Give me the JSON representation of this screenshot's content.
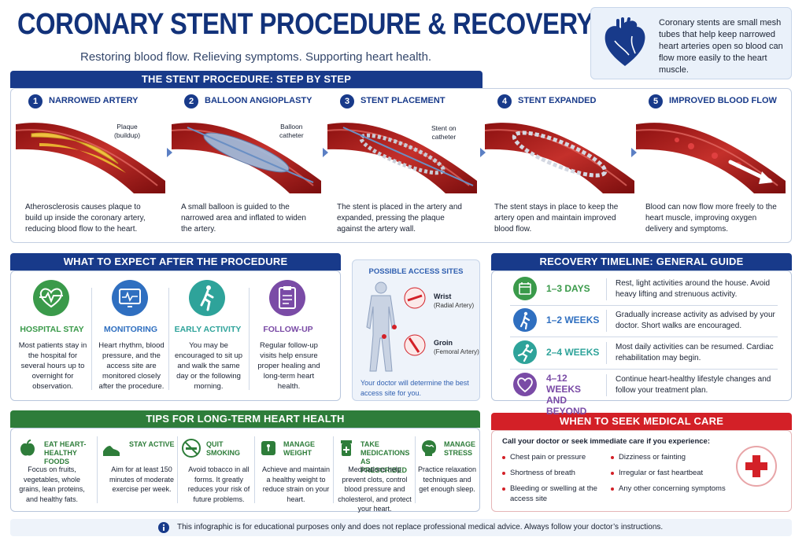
{
  "header": {
    "title": "CORONARY STENT PROCEDURE & RECOVERY",
    "subtitle": "Restoring blood flow. Relieving symptoms. Supporting heart health.",
    "intro": "Coronary stents are small mesh tubes that help keep narrowed heart arteries open so blood can flow more easily to the heart muscle."
  },
  "procedure": {
    "heading": "THE STENT PROCEDURE: STEP BY STEP",
    "steps": [
      {
        "num": "1",
        "title": "NARROWED ARTERY",
        "label": "Plaque\n(buildup)",
        "desc": "Atherosclerosis causes plaque to build up inside the coronary artery, reducing blood flow to the heart."
      },
      {
        "num": "2",
        "title": "BALLOON ANGIOPLASTY",
        "label": "Balloon\ncatheter",
        "desc": "A small balloon is guided to the narrowed area and inflated to widen the artery."
      },
      {
        "num": "3",
        "title": "STENT PLACEMENT",
        "label": "Stent on\ncatheter",
        "desc": "The stent is placed in the artery and expanded, pressing the plaque against the artery wall."
      },
      {
        "num": "4",
        "title": "STENT EXPANDED",
        "label": "",
        "desc": "The stent stays in place to keep the artery open and maintain improved blood flow."
      },
      {
        "num": "5",
        "title": "IMPROVED BLOOD FLOW",
        "label": "",
        "desc": "Blood can now flow more freely to the heart muscle, improving oxygen delivery and symptoms."
      }
    ]
  },
  "expect": {
    "heading": "WHAT TO EXPECT AFTER THE PROCEDURE",
    "items": [
      {
        "title": "HOSPITAL STAY",
        "desc": "Most patients stay in the hospital for several hours up to overnight for observation.",
        "color": "#3a9a4a",
        "icon": "heart-pulse-icon"
      },
      {
        "title": "MONITORING",
        "desc": "Heart rhythm, blood pressure, and the access site are monitored closely after the procedure.",
        "color": "#2f6fc0",
        "icon": "monitor-icon"
      },
      {
        "title": "EARLY ACTIVITY",
        "desc": "You may be encouraged to sit up and walk the same day or the following morning.",
        "color": "#2ea39a",
        "icon": "walking-icon"
      },
      {
        "title": "FOLLOW-UP",
        "desc": "Regular follow-up visits help ensure proper healing and long-term heart health.",
        "color": "#7a4ba6",
        "icon": "clipboard-icon"
      }
    ]
  },
  "access": {
    "heading": "POSSIBLE ACCESS SITES",
    "wrist_title": "Wrist",
    "wrist_sub": "(Radial Artery)",
    "groin_title": "Groin",
    "groin_sub": "(Femoral Artery)",
    "note": "Your doctor will determine the best access site for you."
  },
  "timeline": {
    "heading": "RECOVERY TIMELINE: GENERAL GUIDE",
    "items": [
      {
        "label": "1–3 DAYS",
        "desc": "Rest, light activities around the house. Avoid heavy lifting and strenuous activity.",
        "color": "#3a9a4a",
        "icon": "calendar-icon"
      },
      {
        "label": "1–2 WEEKS",
        "desc": "Gradually increase activity as advised by your doctor. Short walks are encouraged.",
        "color": "#2f6fc0",
        "icon": "walking-icon"
      },
      {
        "label": "2–4 WEEKS",
        "desc": "Most daily activities can be resumed. Cardiac rehabilitation may begin.",
        "color": "#2ea39a",
        "icon": "running-icon"
      },
      {
        "label": "4–12 WEEKS AND BEYOND",
        "desc": "Continue heart-healthy lifestyle changes and follow your treatment plan.",
        "color": "#7a4ba6",
        "icon": "heart-icon"
      }
    ]
  },
  "tips": {
    "heading": "TIPS FOR LONG-TERM HEART HEALTH",
    "items": [
      {
        "title": "EAT HEART-HEALTHY FOODS",
        "desc": "Focus on fruits, vegetables, whole grains, lean proteins, and healthy fats.",
        "icon": "apple-icon"
      },
      {
        "title": "STAY ACTIVE",
        "desc": "Aim for at least 150 minutes of moderate exercise per week.",
        "icon": "shoe-icon"
      },
      {
        "title": "QUIT SMOKING",
        "desc": "Avoid tobacco in all forms. It greatly reduces your risk of future problems.",
        "icon": "no-smoking-icon"
      },
      {
        "title": "MANAGE WEIGHT",
        "desc": "Achieve and maintain a healthy weight to reduce strain on your heart.",
        "icon": "scale-icon"
      },
      {
        "title": "TAKE MEDICATIONS AS PRESCRIBED",
        "desc": "Medications help prevent clots, control blood pressure and cholesterol, and protect your heart.",
        "icon": "medication-icon"
      },
      {
        "title": "MANAGE STRESS",
        "desc": "Practice relaxation techniques and get enough sleep.",
        "icon": "brain-icon"
      }
    ]
  },
  "care": {
    "heading": "WHEN TO SEEK MEDICAL CARE",
    "intro": "Call your doctor or seek immediate care if you experience:",
    "left": [
      "Chest pain or pressure",
      "Shortness of breath",
      "Bleeding or swelling at the access site"
    ],
    "right": [
      "Dizziness or fainting",
      "Irregular or fast heartbeat",
      "Any other concerning symptoms"
    ]
  },
  "footer": {
    "note": "This infographic is for educational purposes only and does not replace professional medical advice. Always follow your doctor’s instructions."
  }
}
